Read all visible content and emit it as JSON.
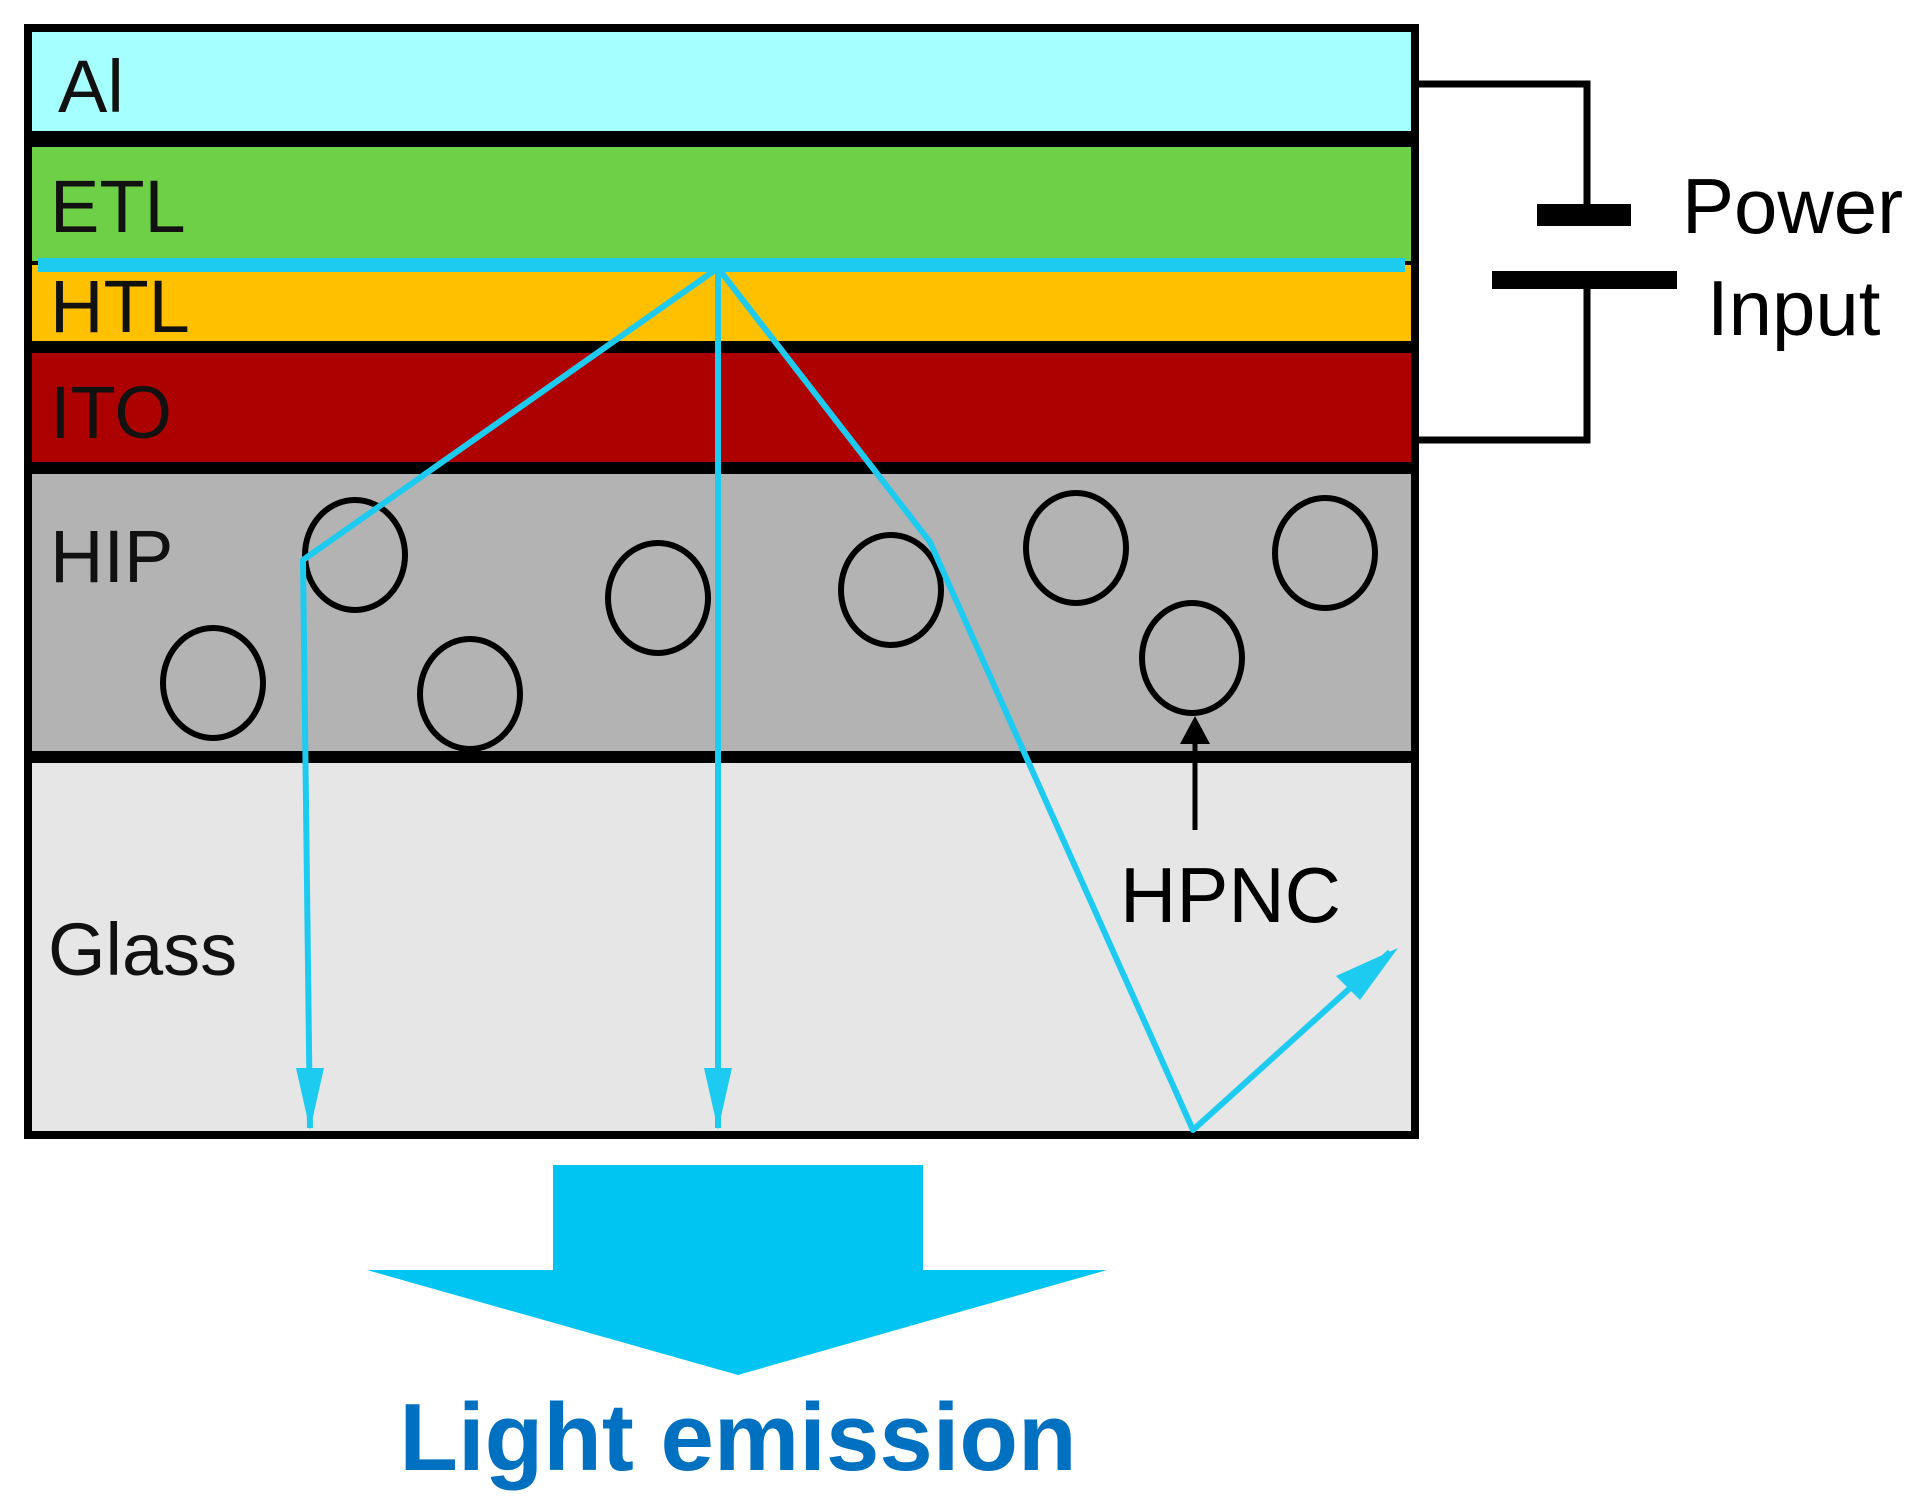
{
  "layers": [
    {
      "label": "Al",
      "color": "#a6ffff"
    },
    {
      "label": "ETL",
      "color": "#6ed046"
    },
    {
      "label": "HTL",
      "color": "#ffc000"
    },
    {
      "label": "ITO",
      "color": "#ad0000"
    },
    {
      "label": "HIP",
      "color": "#b3b3b3"
    },
    {
      "label": "Glass",
      "color": "#e6e6e6"
    }
  ],
  "power": {
    "line1": "Power",
    "line2": "Input"
  },
  "nanocrystal_label": "HPNC",
  "emission": {
    "label": "Light emission",
    "text_color": "#0070c0",
    "arrow_color": "#00c5f2"
  },
  "ray_color": "#1ecbf0"
}
